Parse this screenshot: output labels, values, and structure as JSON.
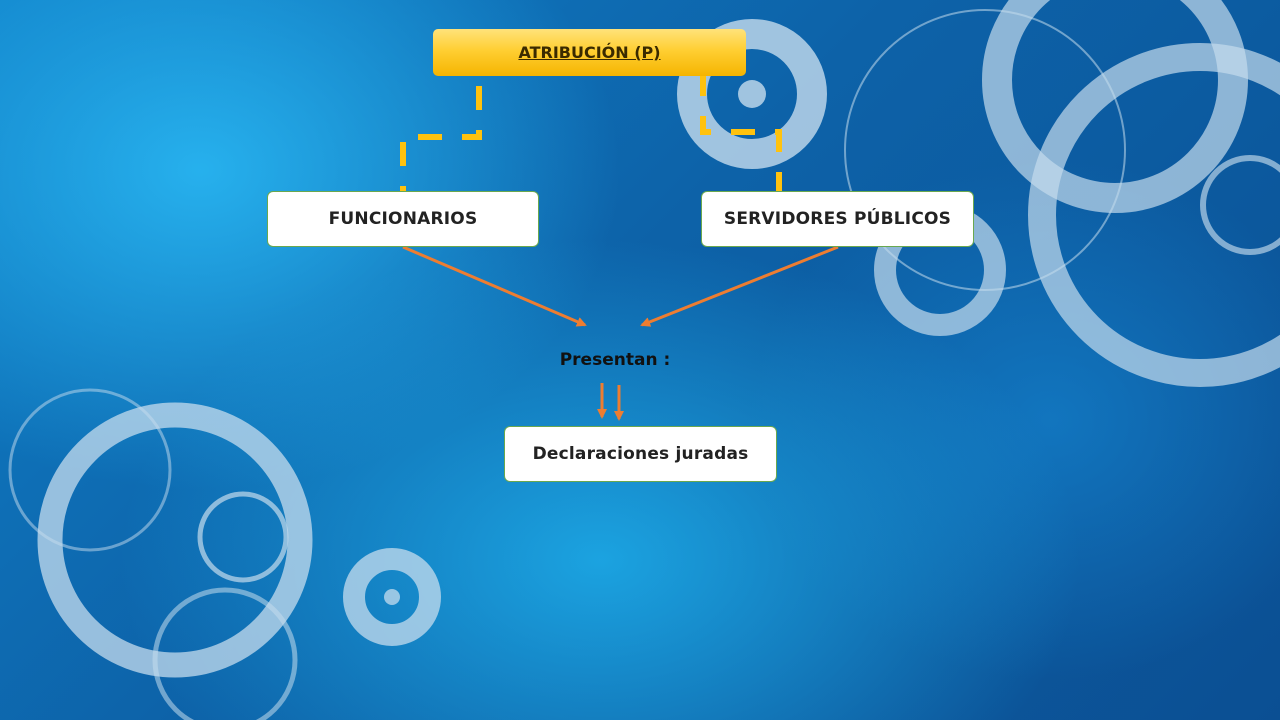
{
  "diagram": {
    "title": "ATRIBUCIÓN  (P)",
    "nodes": {
      "funcionarios": "FUNCIONARIOS",
      "servidores": "SERVIDORES PÚBLICOS",
      "presentan": "Presentan :",
      "declaraciones": "Declaraciones juradas"
    },
    "edges": [
      {
        "from": "title",
        "to": "funcionarios",
        "style": "dashed"
      },
      {
        "from": "title",
        "to": "servidores",
        "style": "dashed"
      },
      {
        "from": "funcionarios",
        "to": "presentan",
        "style": "arrow"
      },
      {
        "from": "servidores",
        "to": "presentan",
        "style": "arrow"
      },
      {
        "from": "presentan",
        "to": "declaraciones",
        "style": "double-arrow"
      }
    ]
  },
  "colors": {
    "title_fill": "#FFCF33",
    "connector_dashed": "#FFC20E",
    "arrow": "#ED7D31",
    "box_border": "#6AA84F",
    "background": "#0D62A8"
  }
}
